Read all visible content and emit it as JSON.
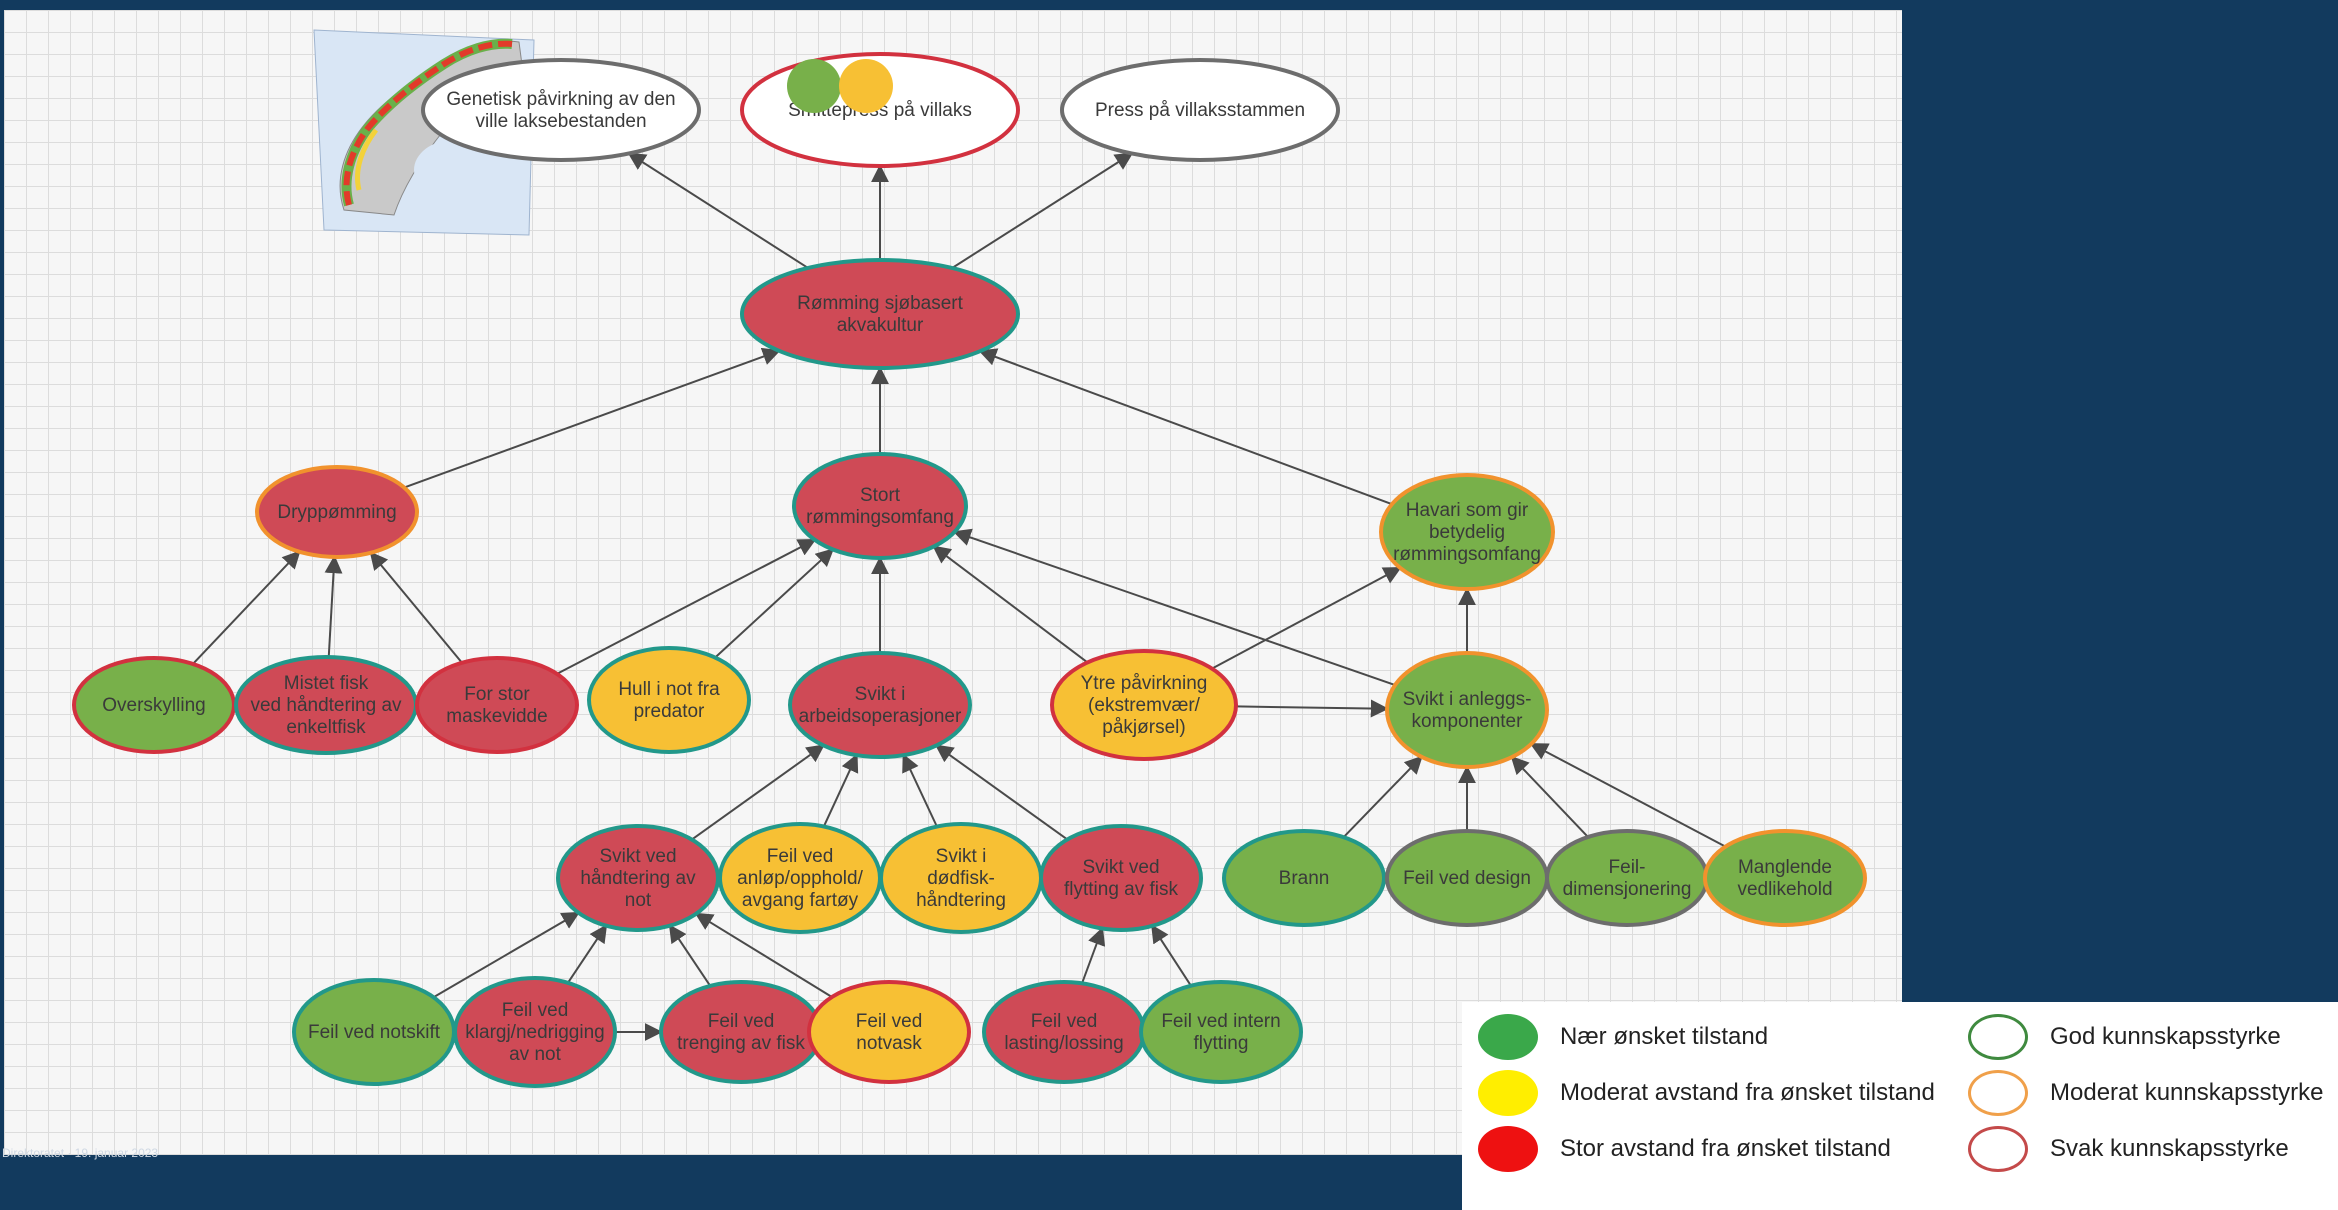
{
  "colors": {
    "background": "#123a5e",
    "fill_good": "#78b04a",
    "fill_moderate": "#f7c034",
    "fill_bad": "#cf4a56",
    "border_good": "#22988a",
    "border_moderate": "#f1922d",
    "border_weak": "#d2313f",
    "border_neutral": "#6d6d6d",
    "arrow": "#4a4a4a"
  },
  "diagram": {
    "nodes": [
      {
        "id": "genetisk",
        "lines": [
          "Genetisk påvirkning av den",
          "ville laksebestanden"
        ],
        "fill": "white",
        "border": "neutral"
      },
      {
        "id": "smittepress",
        "lines": [
          "Smittepress på villaks"
        ],
        "fill": "white",
        "border": "weak"
      },
      {
        "id": "press",
        "lines": [
          "Press på villaksstammen"
        ],
        "fill": "white",
        "border": "neutral"
      },
      {
        "id": "romming",
        "lines": [
          "Rømming sjøbasert",
          "akvakultur"
        ],
        "fill": "bad",
        "border": "good"
      },
      {
        "id": "dryppromming",
        "lines": [
          "Dryppømming"
        ],
        "fill": "bad",
        "border": "moderate"
      },
      {
        "id": "stort",
        "lines": [
          "Stort",
          "rømmingsomfang"
        ],
        "fill": "bad",
        "border": "good"
      },
      {
        "id": "havari",
        "lines": [
          "Havari som gir",
          "betydelig",
          "rømmingsomfang"
        ],
        "fill": "good",
        "border": "moderate"
      },
      {
        "id": "overskylling",
        "lines": [
          "Overskylling"
        ],
        "fill": "good",
        "border": "weak"
      },
      {
        "id": "mistet",
        "lines": [
          "Mistet fisk",
          "ved håndtering av",
          "enkeltfisk"
        ],
        "fill": "bad",
        "border": "good"
      },
      {
        "id": "forstor",
        "lines": [
          "For stor",
          "maskevidde"
        ],
        "fill": "bad",
        "border": "weak"
      },
      {
        "id": "hull",
        "lines": [
          "Hull i not fra",
          "predator"
        ],
        "fill": "moderate",
        "border": "good"
      },
      {
        "id": "svikt_arbeid",
        "lines": [
          "Svikt i",
          "arbeidsoperasjoner"
        ],
        "fill": "bad",
        "border": "good"
      },
      {
        "id": "ytre",
        "lines": [
          "Ytre påvirkning",
          "(ekstremvær/",
          "påkjørsel)"
        ],
        "fill": "moderate",
        "border": "weak"
      },
      {
        "id": "svikt_anlegg",
        "lines": [
          "Svikt i anleggs-",
          "komponenter"
        ],
        "fill": "good",
        "border": "moderate"
      },
      {
        "id": "svikt_not",
        "lines": [
          "Svikt ved",
          "håndtering av",
          "not"
        ],
        "fill": "bad",
        "border": "good"
      },
      {
        "id": "feil_anlop",
        "lines": [
          "Feil ved",
          "anløp/opphold/",
          "avgang fartøy"
        ],
        "fill": "moderate",
        "border": "good"
      },
      {
        "id": "svikt_dodfisk",
        "lines": [
          "Svikt i",
          "dødfisk-",
          "håndtering"
        ],
        "fill": "moderate",
        "border": "good"
      },
      {
        "id": "svikt_flytting",
        "lines": [
          "Svikt ved",
          "flytting av fisk"
        ],
        "fill": "bad",
        "border": "good"
      },
      {
        "id": "brann",
        "lines": [
          "Brann"
        ],
        "fill": "good",
        "border": "good"
      },
      {
        "id": "feil_design",
        "lines": [
          "Feil ved design"
        ],
        "fill": "good",
        "border": "neutral"
      },
      {
        "id": "feil_dim",
        "lines": [
          "Feil-",
          "dimensjonering"
        ],
        "fill": "good",
        "border": "neutral"
      },
      {
        "id": "manglende",
        "lines": [
          "Manglende",
          "vedlikehold"
        ],
        "fill": "good",
        "border": "moderate"
      },
      {
        "id": "notskift",
        "lines": [
          "Feil ved notskift"
        ],
        "fill": "good",
        "border": "good"
      },
      {
        "id": "klargj",
        "lines": [
          "Feil ved",
          "klargj/nedrigging",
          "av not"
        ],
        "fill": "bad",
        "border": "good"
      },
      {
        "id": "trenging",
        "lines": [
          "Feil ved",
          "trenging av fisk"
        ],
        "fill": "bad",
        "border": "good"
      },
      {
        "id": "notvask",
        "lines": [
          "Feil ved",
          "notvask"
        ],
        "fill": "moderate",
        "border": "weak"
      },
      {
        "id": "lasting",
        "lines": [
          "Feil ved",
          "lasting/lossing"
        ],
        "fill": "bad",
        "border": "good"
      },
      {
        "id": "intern",
        "lines": [
          "Feil ved intern",
          "flytting"
        ],
        "fill": "good",
        "border": "good"
      }
    ],
    "edges": [
      [
        "romming",
        "genetisk"
      ],
      [
        "romming",
        "smittepress"
      ],
      [
        "romming",
        "press"
      ],
      [
        "dryppromming",
        "romming"
      ],
      [
        "stort",
        "romming"
      ],
      [
        "havari",
        "romming"
      ],
      [
        "overskylling",
        "dryppromming"
      ],
      [
        "mistet",
        "dryppromming"
      ],
      [
        "forstor",
        "dryppromming"
      ],
      [
        "forstor",
        "stort"
      ],
      [
        "hull",
        "stort"
      ],
      [
        "svikt_arbeid",
        "stort"
      ],
      [
        "ytre",
        "stort"
      ],
      [
        "svikt_anlegg",
        "stort"
      ],
      [
        "ytre",
        "havari"
      ],
      [
        "svikt_anlegg",
        "havari"
      ],
      [
        "ytre",
        "svikt_anlegg"
      ],
      [
        "svikt_not",
        "svikt_arbeid"
      ],
      [
        "feil_anlop",
        "svikt_arbeid"
      ],
      [
        "svikt_dodfisk",
        "svikt_arbeid"
      ],
      [
        "svikt_flytting",
        "svikt_arbeid"
      ],
      [
        "brann",
        "svikt_anlegg"
      ],
      [
        "feil_design",
        "svikt_anlegg"
      ],
      [
        "feil_dim",
        "svikt_anlegg"
      ],
      [
        "manglende",
        "svikt_anlegg"
      ],
      [
        "notskift",
        "svikt_not"
      ],
      [
        "klargj",
        "svikt_not"
      ],
      [
        "trenging",
        "svikt_not"
      ],
      [
        "notvask",
        "svikt_not"
      ],
      [
        "klargj",
        "trenging"
      ],
      [
        "lasting",
        "svikt_flytting"
      ],
      [
        "intern",
        "svikt_flytting"
      ]
    ]
  },
  "legend": {
    "status": [
      {
        "label": "Nær ønsket tilstand",
        "color": "#3aa84a"
      },
      {
        "label": "Moderat avstand fra ønsket tilstand",
        "color": "#ffee00"
      },
      {
        "label": "Stor avstand fra ønsket tilstand",
        "color": "#ee1111"
      }
    ],
    "knowledge": [
      {
        "label": "God kunnskapsstyrke",
        "color": "#3f8a3f"
      },
      {
        "label": "Moderat kunnskapsstyrke",
        "color": "#f0a04a"
      },
      {
        "label": "Svak kunnskapsstyrke",
        "color": "#c44a4a"
      }
    ]
  },
  "footer": {
    "note": "Direktoratet · 19. januar 2023"
  }
}
